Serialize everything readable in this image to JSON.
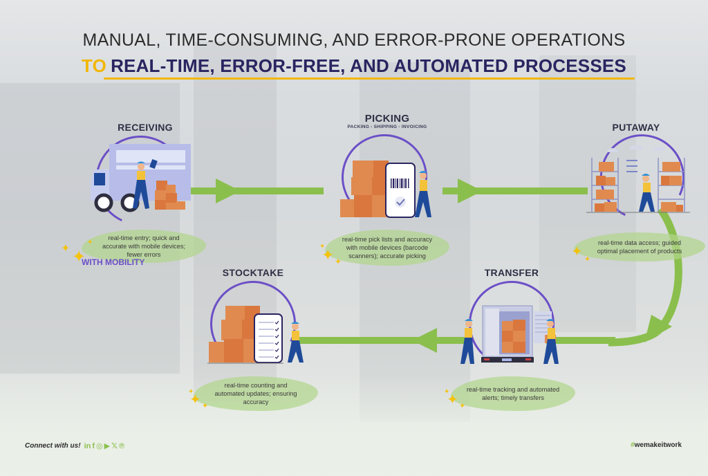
{
  "header": {
    "line1": "MANUAL, TIME-CONSUMING, AND ERROR-PRONE OPERATIONS",
    "line2_prefix": "TO",
    "line2_main": "REAL-TIME, ERROR-FREE, AND AUTOMATED PROCESSES"
  },
  "stages": [
    {
      "id": "receiving",
      "title": "RECEIVING",
      "description": "real-time entry; quick and accurate with mobile devices; fewer errors",
      "icon": "truck-worker-boxes-icon"
    },
    {
      "id": "picking",
      "title": "PICKING",
      "subtitle": "PACKING - SHIPPING - INVOICING",
      "description": "real-time pick lists and accuracy with mobile devices (barcode scanners); accurate picking",
      "icon": "barcode-phone-boxes-icon"
    },
    {
      "id": "putaway",
      "title": "PUTAWAY",
      "description": "real-time data access; guided optimal placement of products",
      "icon": "warehouse-shelves-worker-icon"
    },
    {
      "id": "transfer",
      "title": "TRANSFER",
      "description": "real-time tracking and automated alerts; timely transfers",
      "icon": "truck-unloading-workers-icon"
    },
    {
      "id": "stocktake",
      "title": "STOCKTAKE",
      "description": "real-time counting and automated updates; ensuring accuracy",
      "icon": "checklist-phone-boxes-icon"
    }
  ],
  "badge": {
    "mobility": "WITH MOBILITY"
  },
  "colors": {
    "accent_yellow": "#f2b705",
    "accent_purple": "#6b4fc7",
    "navy": "#2a2460",
    "arrow_green": "#8bbf4d",
    "blob_green": "#b2d68c"
  },
  "footer": {
    "connect": "Connect with us!",
    "social": [
      "in",
      "f",
      "◎",
      "▶",
      "𝕏",
      "℗"
    ],
    "hashtag_symbol": "#",
    "hashtag_text": "wemakeitwork"
  }
}
